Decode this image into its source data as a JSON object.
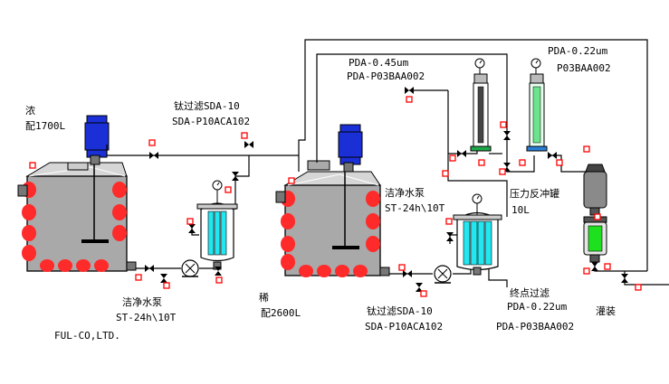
{
  "labels": {
    "concentrate": "浓",
    "concentrate_vol": "配1700L",
    "iron_filter_1_name": "钛过滤SDA-10",
    "iron_filter_1_model": "SDA-P10ACA102",
    "pda045_name": "PDA-0.45um",
    "pda045_model": "PDA-P03BAA002",
    "pda022_name": "PDA-0.22um",
    "pda022_model": "P03BAA002",
    "pump1_name": "洁净水泵",
    "pump1_model": "ST-24h\\10T",
    "company": "FUL-CO,LTD.",
    "dilute": "稀",
    "dilute_vol": "配2600L",
    "pump2_name": "洁净水泵",
    "pump2_model": "ST-24h\\10T",
    "pressure_tank": "压力反冲罐",
    "pressure_tank_vol": "10L",
    "iron_filter_2_name": "钛过滤SDA-10",
    "iron_filter_2_model": "SDA-P10ACA102",
    "final_filter_name": "终点过滤",
    "final_filter_spec": "PDA-0.22um",
    "final_filter_model": "PDA-P03BAA002",
    "filling": "灌装"
  },
  "colors": {
    "tank_gray": "#a9a9a9",
    "jacket_red": "#ff2a2a",
    "motor_blue": "#1a2fd6",
    "filter_cyan": "#22e6f0",
    "filter_green": "#1fe01f",
    "valve_red": "#ff0000"
  }
}
